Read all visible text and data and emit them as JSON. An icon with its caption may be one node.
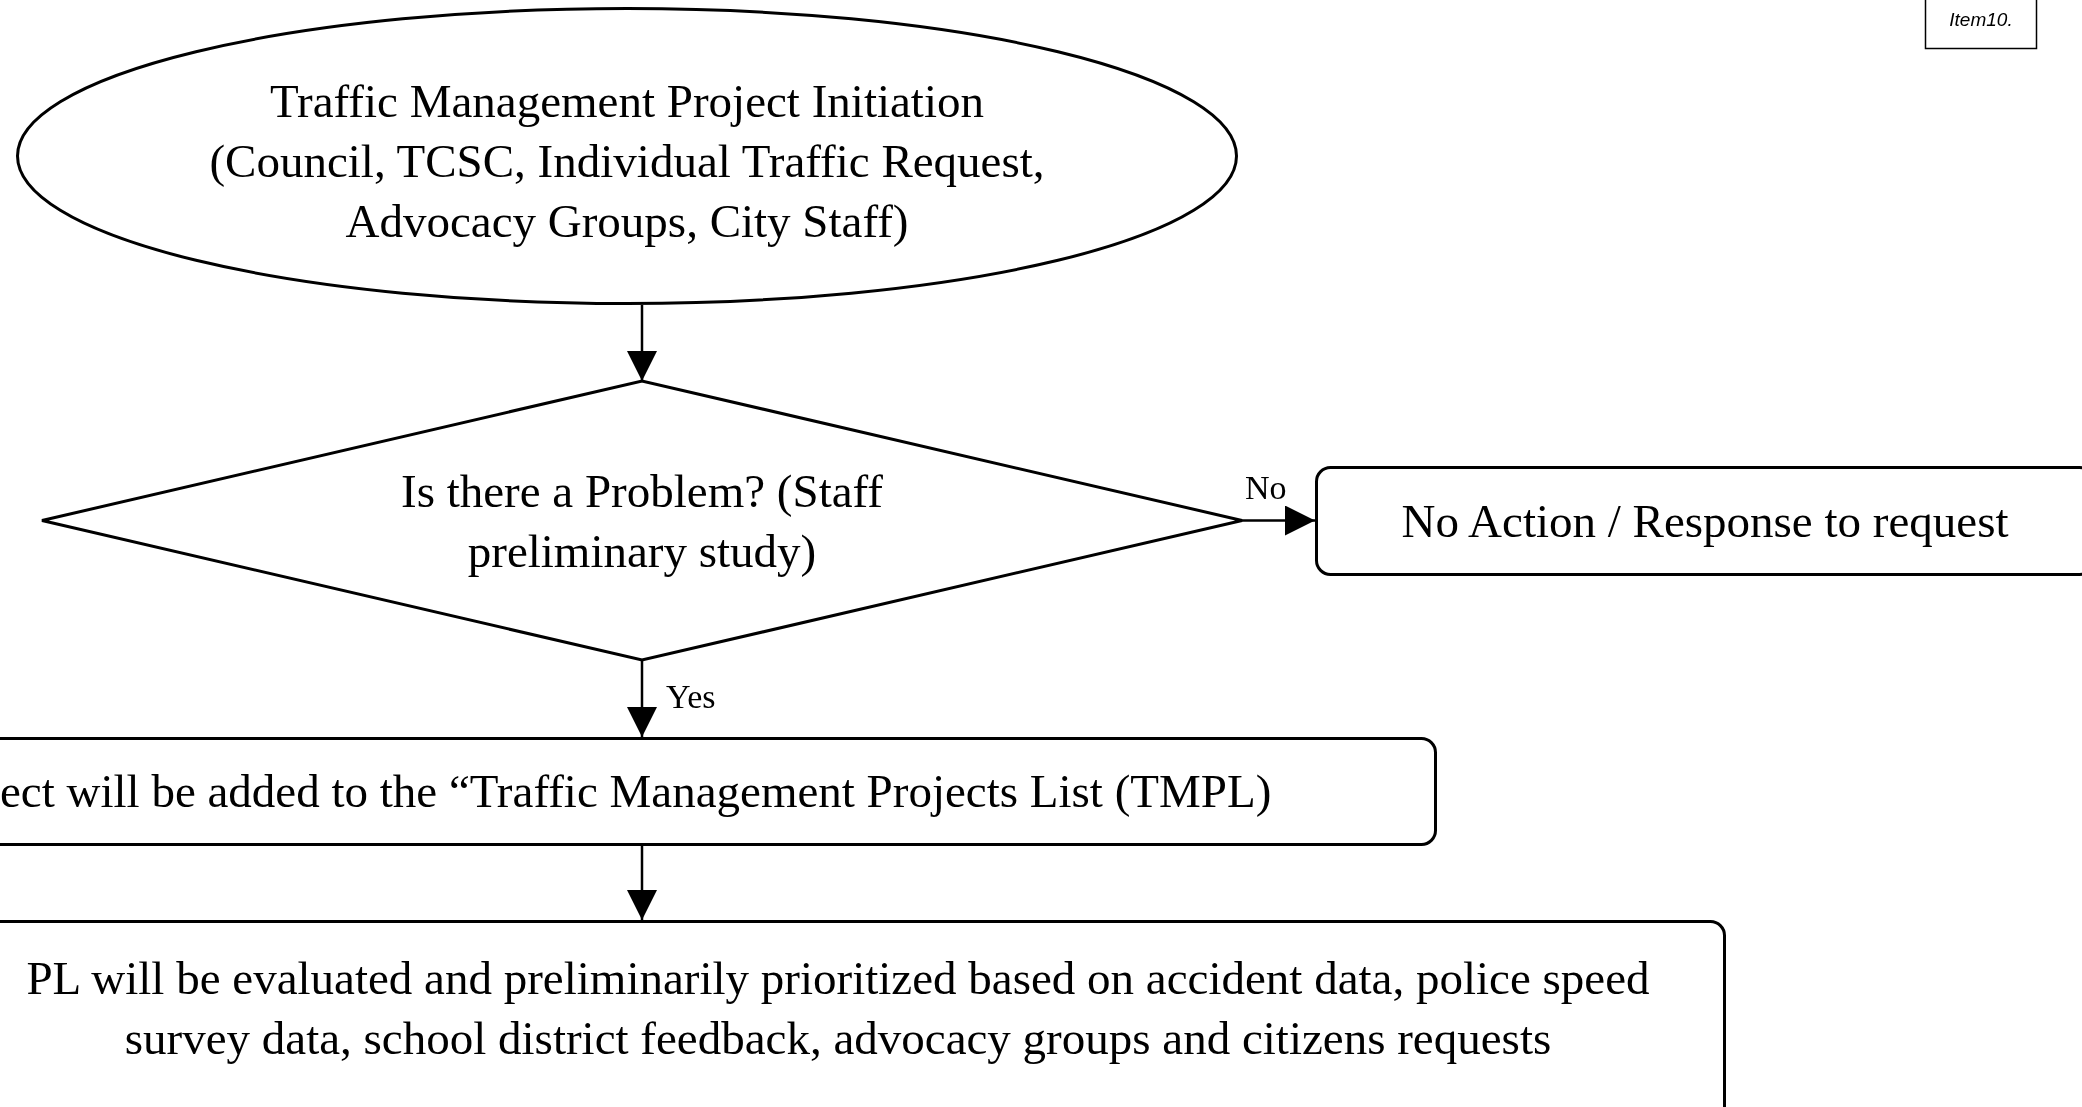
{
  "diagram": {
    "nodes": [
      {
        "text": [
          "Item10."
        ]
      },
      {
        "text": [
          "Traffic Management Project Initiation (Council, TCSC, Individual Traffic Request, Advocacy Groups, City Staff)"
        ]
      },
      {
        "text": [
          "Is there a Problem? (Staff preliminary study)"
        ]
      },
      {
        "text": [
          "No Action / Response to request"
        ]
      },
      {
        "text": [
          "ect will be added to the “Traffic Management Projects List (TMPL)"
        ]
      },
      {
        "text": [
          "PL will be evaluated and preliminarily prioritized based on accident data, police speed survey data, school district feedback, advocacy groups and citizens requests"
        ]
      }
    ],
    "edges": [
      {
        "from": 1,
        "to": 2,
        "arrow": "to"
      },
      {
        "from": 2,
        "to": 3,
        "arrow": "to",
        "label": "No"
      },
      {
        "from": 2,
        "to": 4,
        "arrow": "to",
        "label": "Yes"
      },
      {
        "from": 4,
        "to": 5,
        "arrow": "to"
      }
    ]
  }
}
